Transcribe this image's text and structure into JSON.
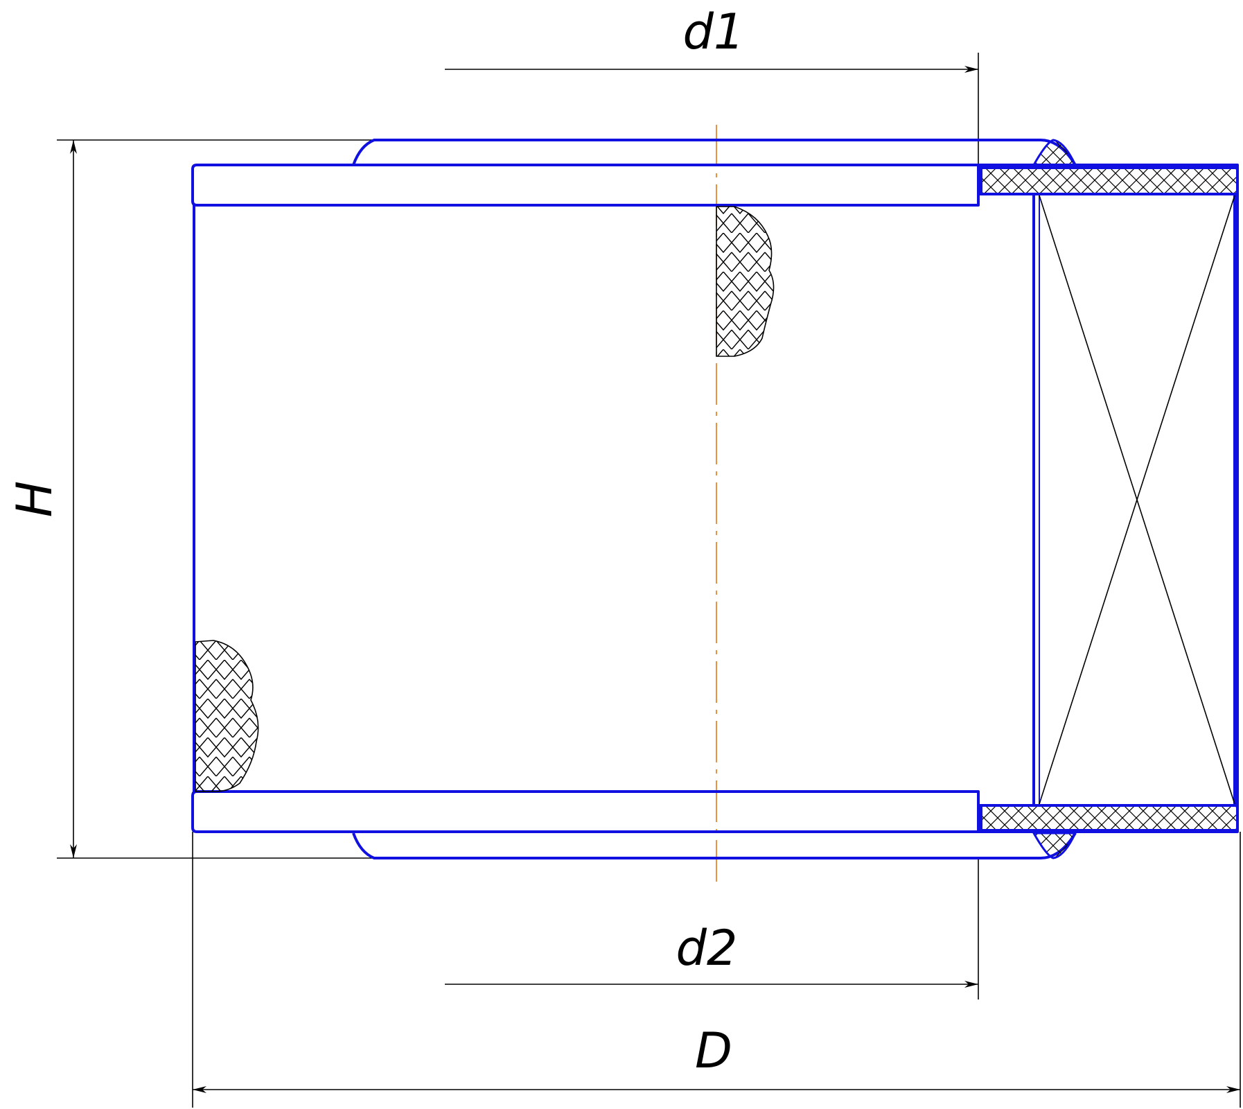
{
  "dimensions": {
    "d1": "d1",
    "d2": "d2",
    "H": "H",
    "D": "D"
  },
  "colors": {
    "outline": "#1010e0",
    "axis": "#e07818",
    "lines": "#000000",
    "background": "#ffffff"
  }
}
